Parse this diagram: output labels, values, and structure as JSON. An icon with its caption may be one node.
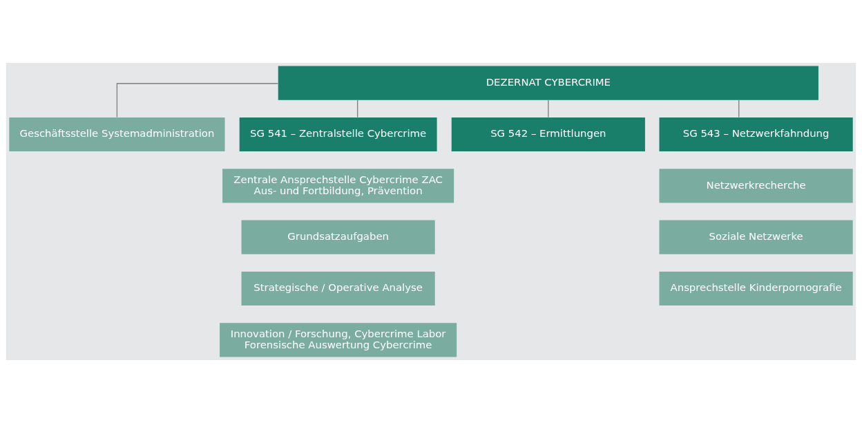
{
  "diagram": {
    "nodes": [
      {
        "text": [
          "DEZERNAT CYBERCRIME"
        ]
      },
      {
        "text": [
          "Geschäftsstelle Systemadministration"
        ]
      },
      {
        "text": [
          "SG 541 – Zentralstelle Cybercrime"
        ]
      },
      {
        "text": [
          "SG 542 – Ermittlungen"
        ]
      },
      {
        "text": [
          "SG 543 – Netzwerkfahndung"
        ]
      },
      {
        "text": [
          "Zentrale Ansprechstelle Cybercrime ZAC",
          "Aus- und Fortbildung, Prävention"
        ]
      },
      {
        "text": [
          "Grundsatzaufgaben"
        ]
      },
      {
        "text": [
          "Strategische / Operative Analyse"
        ]
      },
      {
        "text": [
          "Innovation / Forschung, Cybercrime Labor",
          "Forensische Auswertung Cybercrime"
        ]
      },
      {
        "text": [
          "Netzwerkrecherche"
        ]
      },
      {
        "text": [
          "Soziale Netzwerke"
        ]
      },
      {
        "text": [
          "Ansprechstelle Kinderpornografie"
        ]
      }
    ],
    "edges": [
      {
        "from": 0,
        "to": 1,
        "arrow": "none"
      },
      {
        "from": 0,
        "to": 2,
        "arrow": "none"
      },
      {
        "from": 0,
        "to": 3,
        "arrow": "none"
      },
      {
        "from": 0,
        "to": 4,
        "arrow": "none"
      }
    ]
  }
}
